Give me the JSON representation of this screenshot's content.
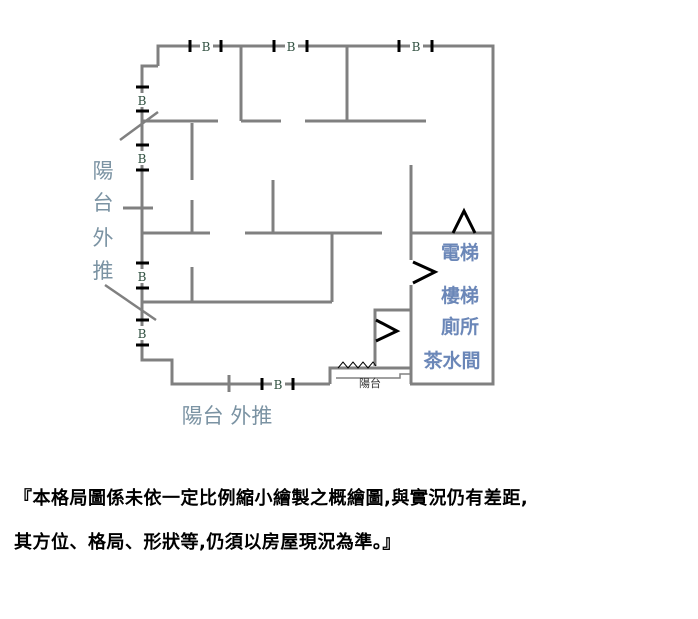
{
  "floorplan": {
    "door_label": "B",
    "left_balcony_label": [
      "陽",
      "台",
      "外",
      "推"
    ],
    "bottom_balcony_label": "陽台 外推",
    "small_balcony_label": "陽台",
    "right_labels": [
      "電梯",
      "樓梯",
      "廁所",
      "茶水間"
    ]
  },
  "caption": {
    "line1": "『本格局圖係未依一定比例縮小繪製之概繪圖,與實況仍有差距,",
    "line2": "其方位、格局、形狀等,仍須以房屋現況為準。』"
  }
}
